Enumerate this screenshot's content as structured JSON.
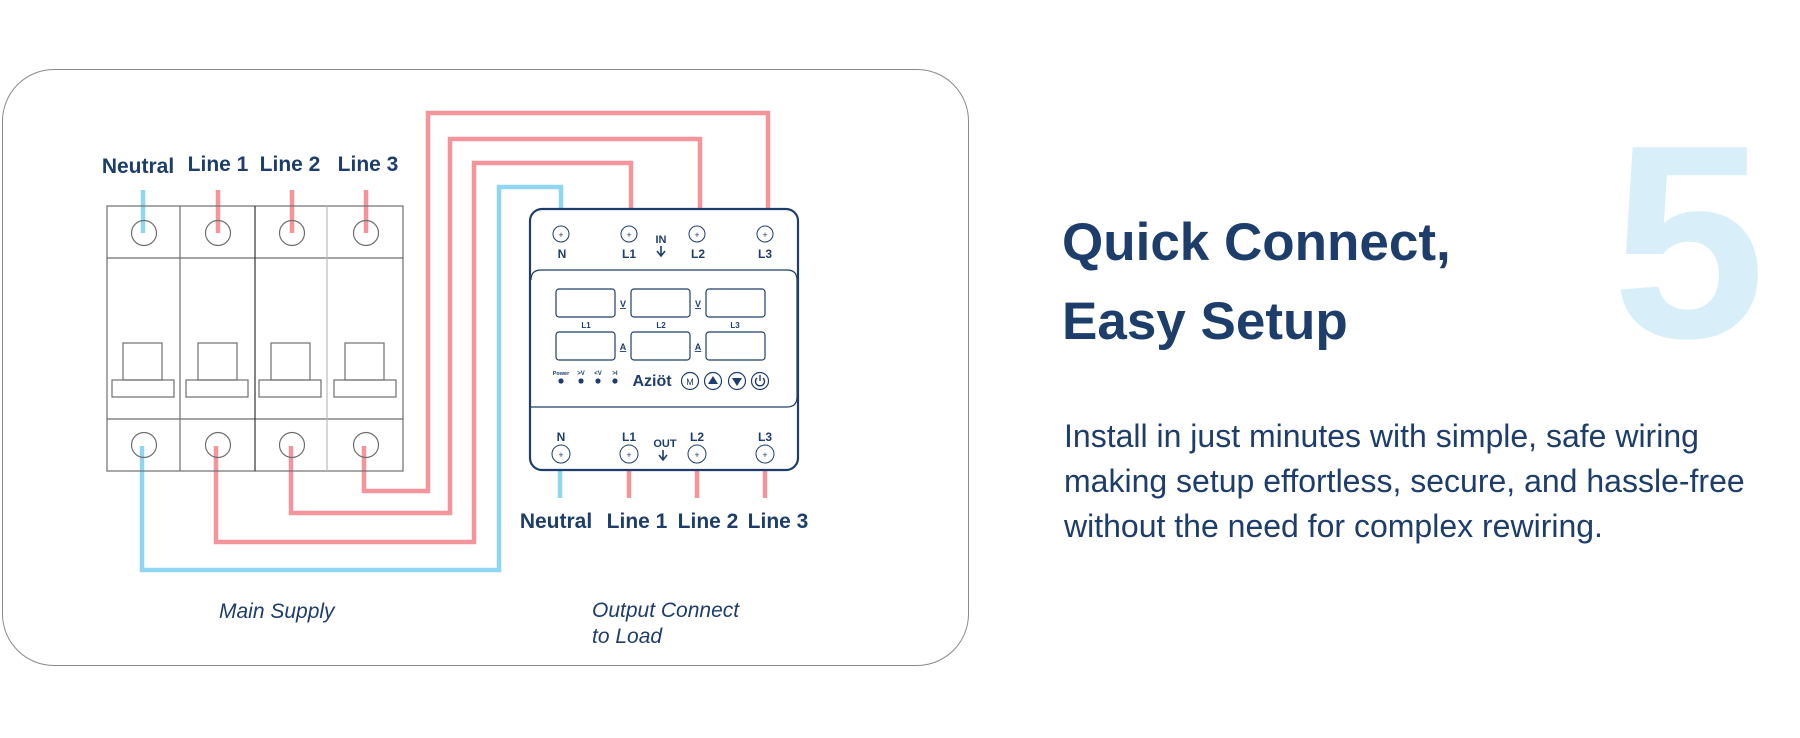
{
  "diagram": {
    "input_labels": [
      "Neutral",
      "Line 1",
      "Line 2",
      "Line 3"
    ],
    "output_labels": [
      "Neutral",
      "Line 1",
      "Line 2",
      "Line 3"
    ],
    "device": {
      "brand": "AZIOT",
      "brand_display": "Aziöt",
      "top_terminals": [
        "N",
        "L1",
        "L2",
        "L3"
      ],
      "in_label": "IN",
      "bottom_terminals": [
        "N",
        "L1",
        "L2",
        "L3"
      ],
      "out_label": "OUT",
      "display_labels": [
        "L1",
        "L2",
        "L3"
      ],
      "unit_voltage": "V",
      "unit_current": "A",
      "indicators": [
        "Power",
        ">V",
        "<V",
        ">I"
      ],
      "buttons": [
        {
          "name": "mode",
          "glyph": "M"
        },
        {
          "name": "up",
          "glyph": "▲"
        },
        {
          "name": "down",
          "glyph": "▼"
        },
        {
          "name": "power",
          "glyph": "⏻"
        }
      ]
    },
    "caption_left": "Main Supply",
    "caption_right_line1": "Output Connect",
    "caption_right_line2": "to Load",
    "colors": {
      "neutral_wire": "#8fd6f2",
      "line_wire": "#f4959b",
      "text": "#1d3d6b",
      "device_outline": "#1d3d6b",
      "breaker_outline": "#6e6e6e"
    }
  },
  "feature": {
    "number": "5",
    "title_line1": "Quick Connect,",
    "title_line2": "Easy Setup",
    "description": "Install in just minutes with simple, safe wiring making setup effortless, secure, and hassle-free without the need for complex rewiring."
  }
}
